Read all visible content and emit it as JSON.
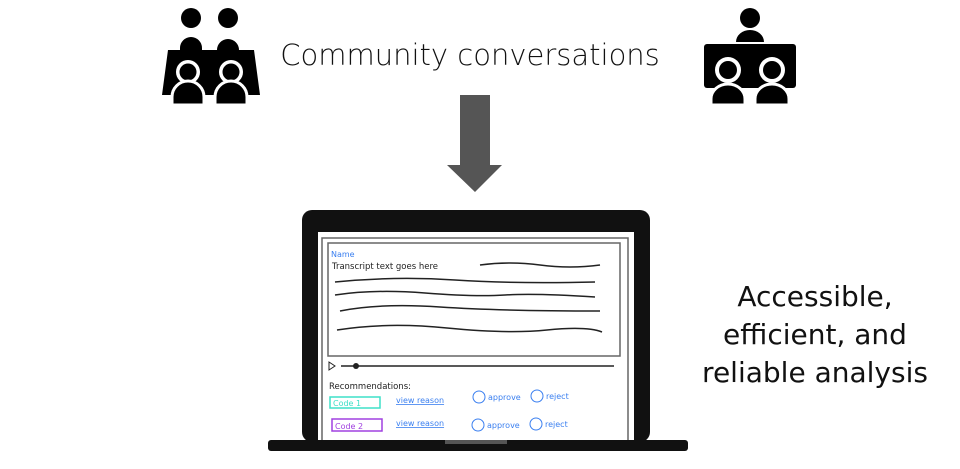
{
  "title": "Community conversations",
  "outcome": [
    "Accessible,",
    "efficient, and",
    "reliable analysis"
  ],
  "screen": {
    "name_label": "Name",
    "transcript": "Transcript text goes here",
    "recommendations_label": "Recommendations:",
    "rows": [
      {
        "code": "Code 1",
        "code_color": "#3fe0c8",
        "view": "view reason",
        "approve": "approve",
        "reject": "reject"
      },
      {
        "code": "Code 2",
        "code_color": "#a040e0",
        "view": "view reason",
        "approve": "approve",
        "reject": "reject"
      }
    ],
    "accent": "#3a7ff0"
  }
}
